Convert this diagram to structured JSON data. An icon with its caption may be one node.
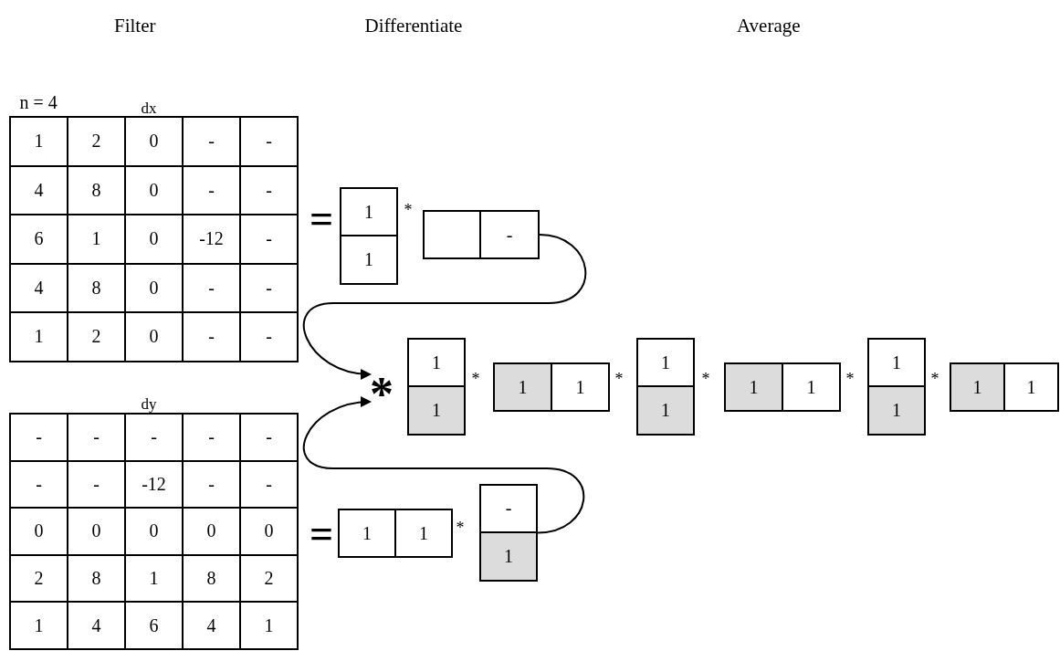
{
  "diagram": {
    "nodes": [
      {
        "text": [
          "-"
        ]
      },
      {
        "text": [
          "-",
          "1"
        ]
      },
      {
        "text": [
          "*"
        ]
      }
    ],
    "edges": [
      {
        "from": 0,
        "to": 2,
        "arrow": "to"
      },
      {
        "from": 1,
        "to": 2,
        "arrow": "to"
      }
    ],
    "labels": [
      "Filter",
      "Differentiate",
      "Average",
      "n = 4",
      "dx",
      "1",
      "2",
      "0",
      "-",
      "-",
      "4",
      "8",
      "0",
      "-",
      "-",
      "6",
      "1",
      "0",
      "-12",
      "-",
      "4",
      "8",
      "0",
      "-",
      "-",
      "1",
      "2",
      "0",
      "-",
      "-",
      "=",
      "1",
      "1",
      "*",
      "1",
      "1",
      "*",
      "1",
      "1",
      "*",
      "1",
      "1",
      "*",
      "1",
      "1",
      "*",
      "1",
      "1",
      "*",
      "1",
      "1",
      "dy",
      "-",
      "-",
      "-",
      "-",
      "-",
      "-",
      "-",
      "-12",
      "-",
      "-",
      "0",
      "0",
      "0",
      "0",
      "0",
      "2",
      "8",
      "1",
      "8",
      "2",
      "1",
      "4",
      "6",
      "4",
      "1",
      "=",
      "1",
      "1",
      "*"
    ]
  }
}
